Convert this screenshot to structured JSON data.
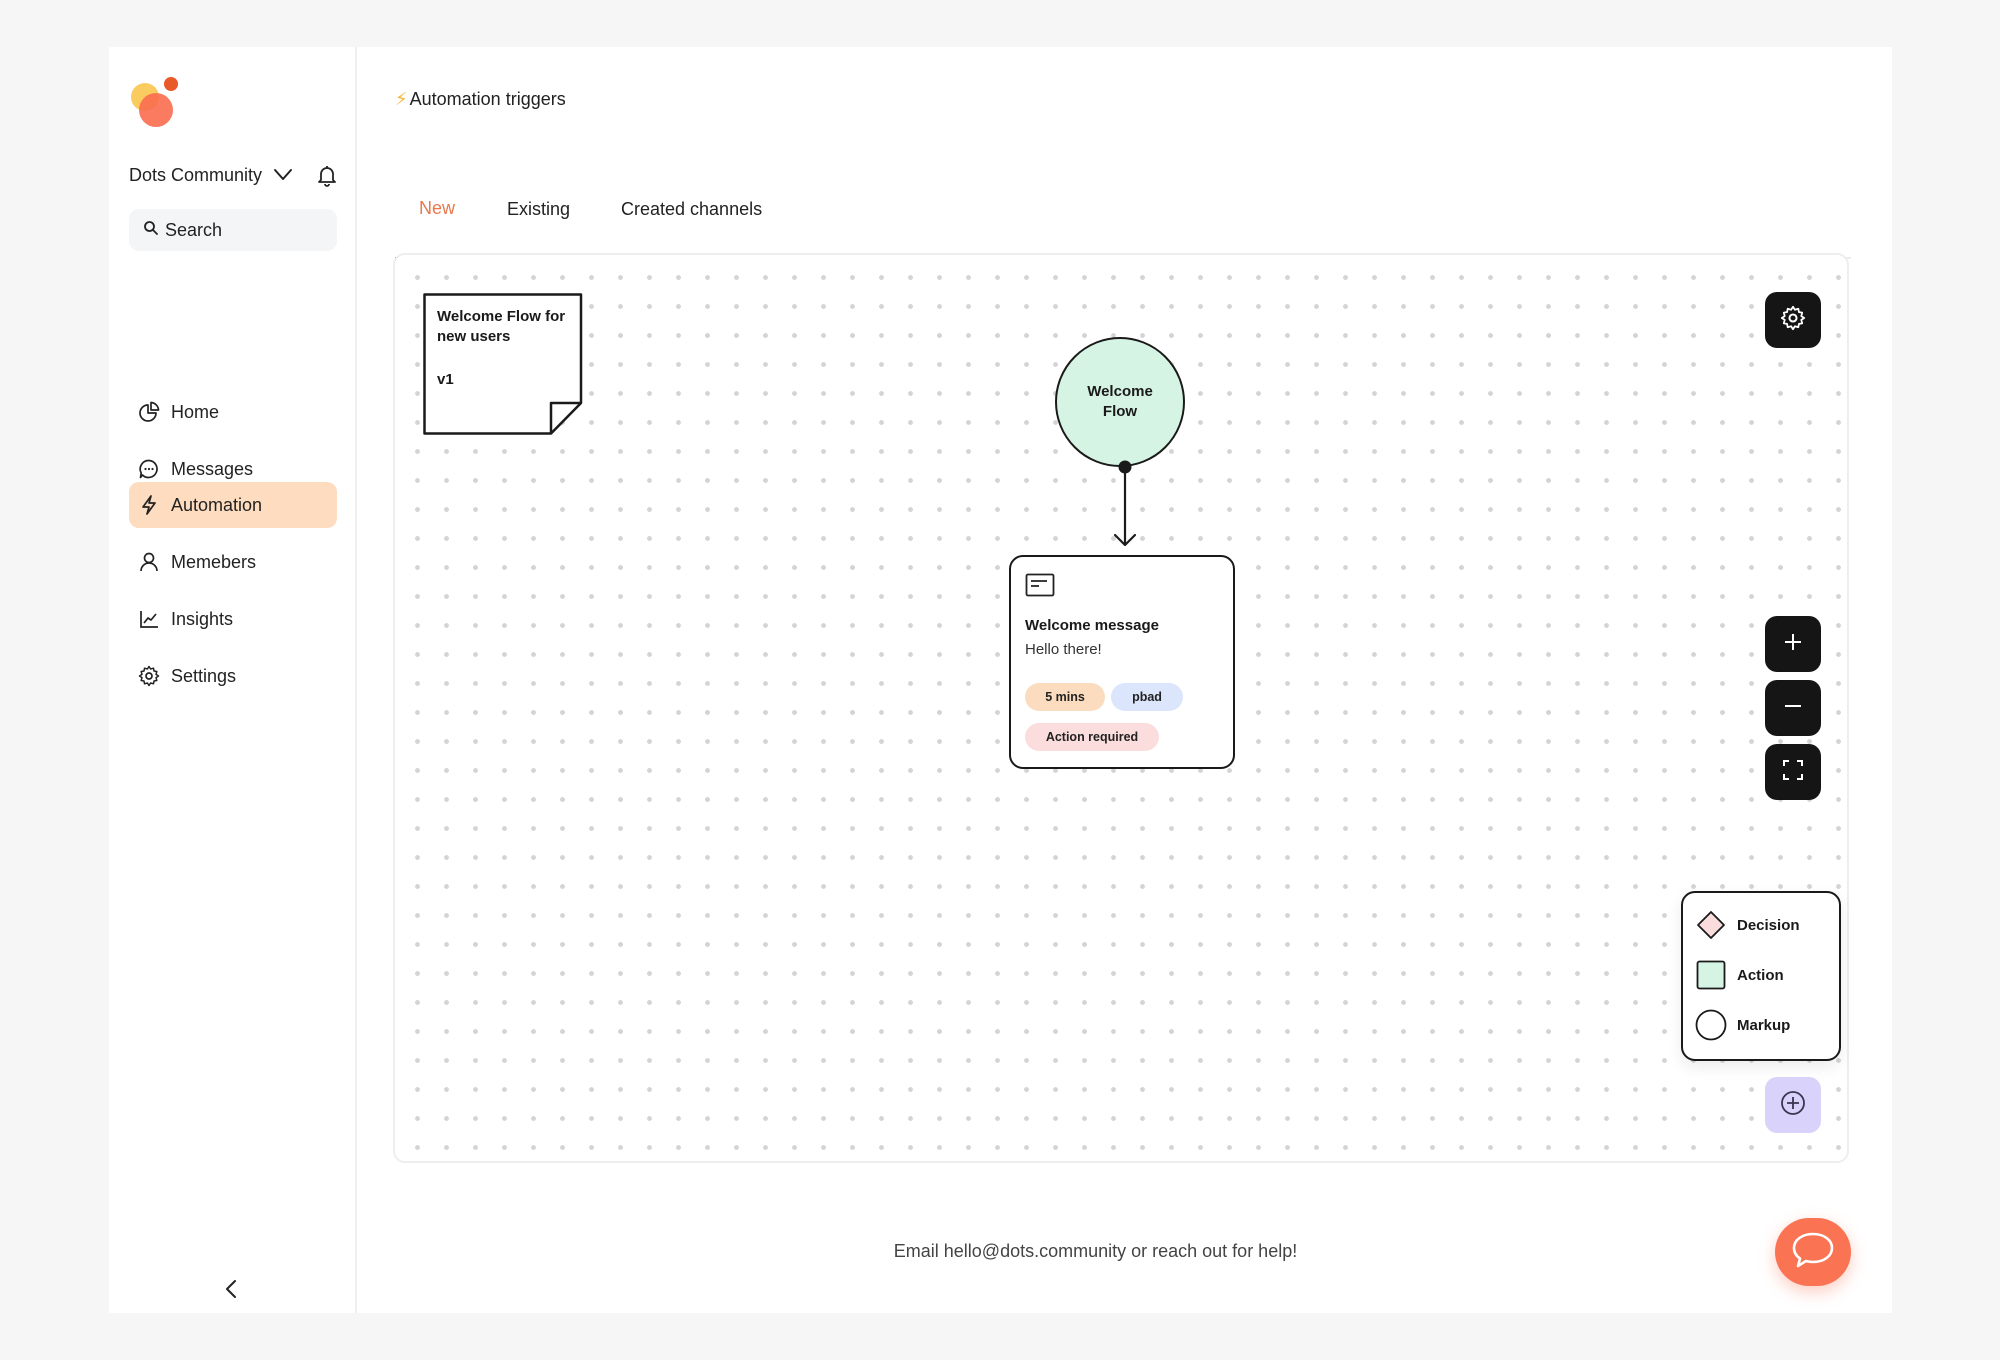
{
  "sidebar": {
    "community_name": "Dots Community",
    "search_placeholder": "Search",
    "nav": [
      {
        "label": "Home",
        "icon": "pie-chart-icon",
        "active": false
      },
      {
        "label": "Messages",
        "icon": "chat-bubble-icon",
        "active": false
      },
      {
        "label": "Automation",
        "icon": "lightning-icon",
        "active": true
      },
      {
        "label": "Memebers",
        "icon": "person-icon",
        "active": false
      },
      {
        "label": "Insights",
        "icon": "line-chart-icon",
        "active": false
      },
      {
        "label": "Settings",
        "icon": "gear-icon",
        "active": false
      }
    ]
  },
  "header": {
    "title_icon": "⚡",
    "title": "Automation triggers"
  },
  "tabs": [
    {
      "label": "New",
      "active": true
    },
    {
      "label": "Existing",
      "active": false
    },
    {
      "label": "Created channels",
      "active": false
    }
  ],
  "canvas": {
    "note": {
      "title": "Welcome Flow for new users",
      "version": "v1"
    },
    "start_node": {
      "label": "Welcome Flow"
    },
    "message_node": {
      "title": "Welcome message",
      "body": "Hello there!",
      "tags": {
        "time": "5 mins",
        "user": "pbad",
        "status": "Action required"
      }
    },
    "legend": [
      {
        "label": "Decision",
        "shape": "diamond",
        "color": "#fbdcdc"
      },
      {
        "label": "Action",
        "shape": "square",
        "color": "#d6f4e4"
      },
      {
        "label": "Markup",
        "shape": "circle",
        "color": "#ffffff"
      }
    ]
  },
  "footer": {
    "help_text": "Email hello@dots.community or reach out for help!"
  },
  "colors": {
    "accent": "#e8784c",
    "active_nav_bg": "#fddcbf",
    "chat_button": "#fa7454",
    "control_button": "#151515",
    "add_button": "#d9d2fb"
  }
}
